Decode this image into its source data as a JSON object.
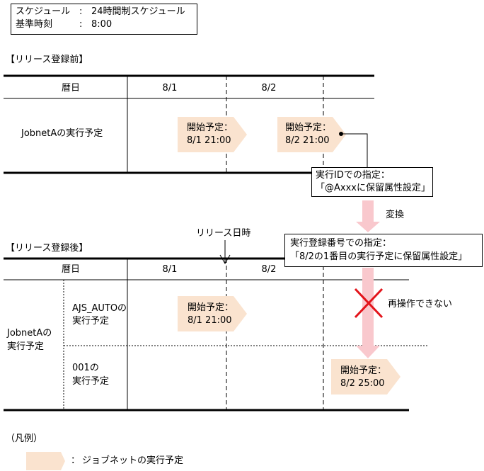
{
  "header": {
    "schedule_label": "スケジュール",
    "schedule_sep": ":",
    "schedule_value": "24時間制スケジュール",
    "base_time_label": "基準時刻",
    "base_time_sep": ":",
    "base_time_value": "8:00"
  },
  "before": {
    "title": "【リリース登録前】",
    "calendar_header": "暦日",
    "day1": "8/1",
    "day2": "8/2",
    "row_label": "JobnetAの実行予定",
    "schedule1": {
      "line1": "開始予定：",
      "line2": "8/1 21:00"
    },
    "schedule2": {
      "line1": "開始予定：",
      "line2": "8/2 21:00"
    }
  },
  "callout_id": {
    "line1": "実行IDでの指定：",
    "line2": "「@Axxxに保留属性設定」"
  },
  "convert_label": "変換",
  "release_time_label": "リリース日時",
  "callout_num": {
    "line1": "実行登録番号での指定：",
    "line2": "「8/2の1番目の実行予定に保留属性設定」"
  },
  "after": {
    "title": "【リリース登録後】",
    "calendar_header": "暦日",
    "day1": "8/1",
    "day2": "8/2",
    "row_label_line1": "JobnetAの",
    "row_label_line2": "実行予定",
    "sub1_line1": "AJS_AUTOの",
    "sub1_line2": "実行予定",
    "sub2_line1": "001の",
    "sub2_line2": "実行予定",
    "schedule1": {
      "line1": "開始予定：",
      "line2": "8/1 21:00"
    },
    "schedule2": {
      "line1": "開始予定：",
      "line2": "8/2 25:00"
    },
    "no_reop_label": "再操作できない"
  },
  "legend": {
    "title": "（凡例）",
    "sep": "：",
    "item_label": "ジョブネットの実行予定"
  },
  "colors": {
    "pentagon_fill": "#fae3cf",
    "arrow_fill": "#f9c8cd",
    "cross": "#e3141b"
  }
}
